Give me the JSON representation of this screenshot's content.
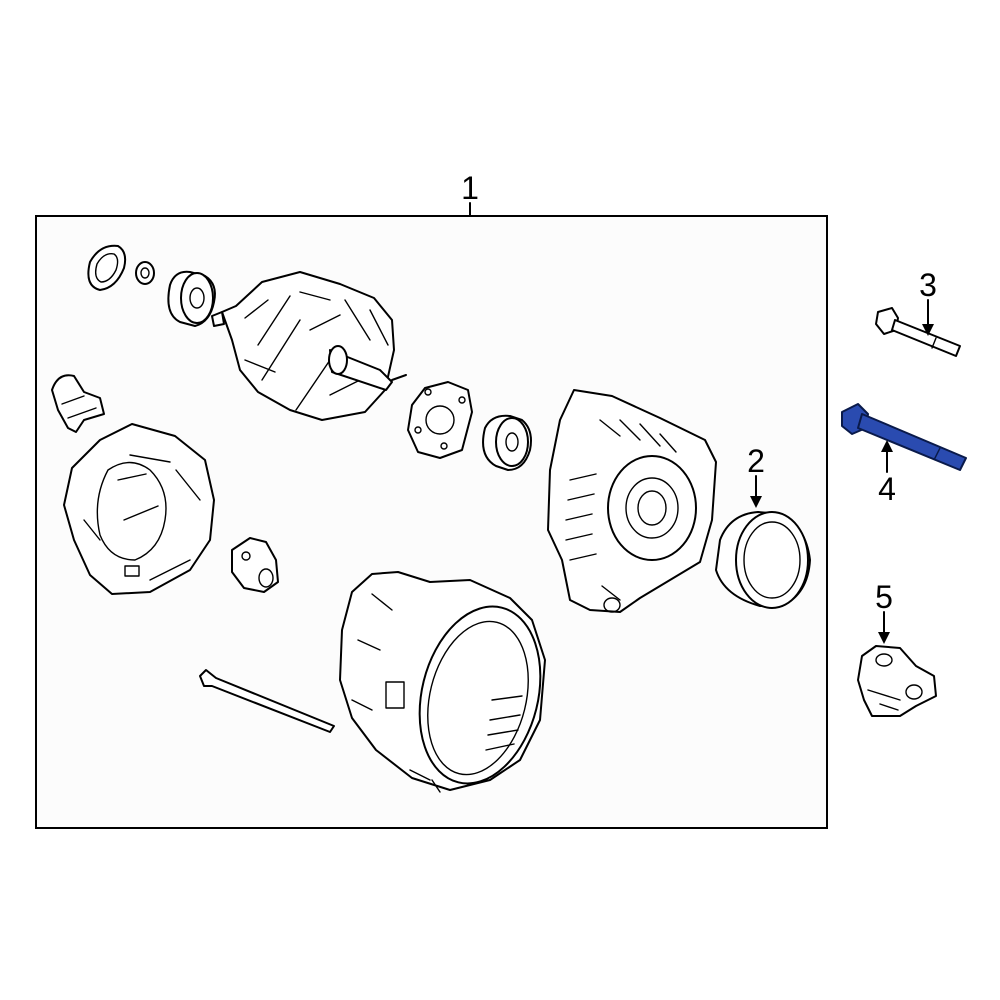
{
  "callouts": [
    {
      "id": "1",
      "label": "1"
    },
    {
      "id": "2",
      "label": "2"
    },
    {
      "id": "3",
      "label": "3"
    },
    {
      "id": "4",
      "label": "4"
    },
    {
      "id": "5",
      "label": "5"
    }
  ],
  "highlight": {
    "part": "4",
    "color": "#2a4bb0"
  },
  "colors": {
    "line": "#000000",
    "background": "#ffffff",
    "box_fill": "#fcfcfc"
  }
}
